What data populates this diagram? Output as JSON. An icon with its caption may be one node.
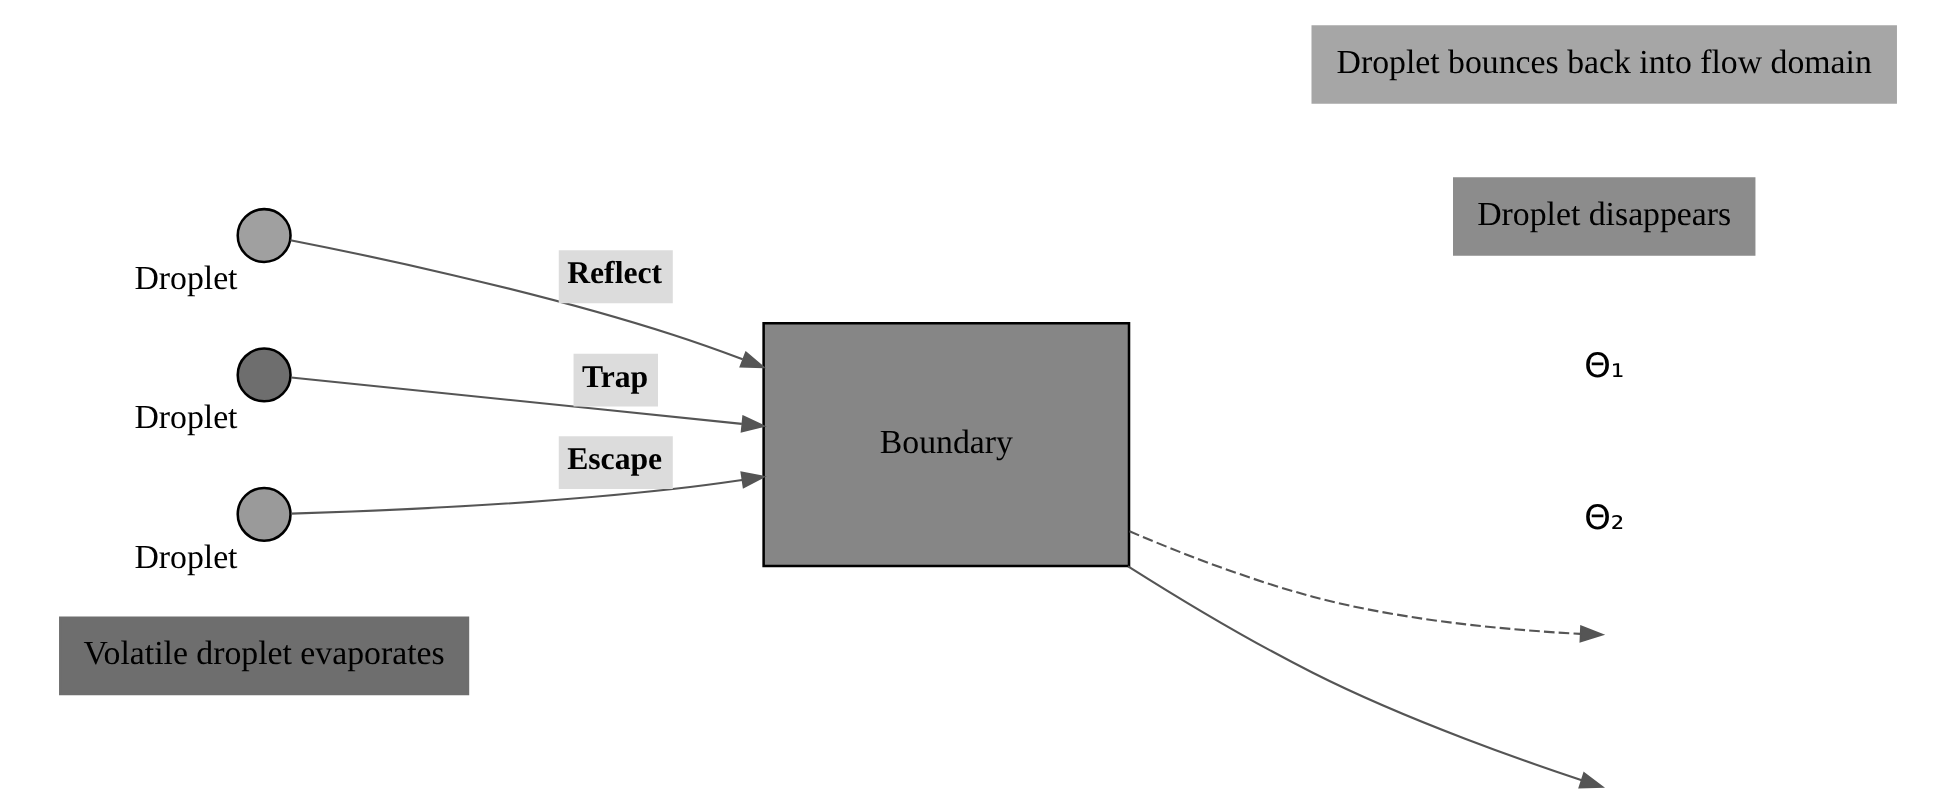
{
  "diagram": {
    "nodes": [
      {
        "text": [
          "Boundary"
        ]
      },
      {
        "text": [
          "Droplet"
        ]
      },
      {
        "text": [
          "Droplet"
        ]
      },
      {
        "text": [
          "Droplet"
        ]
      },
      {
        "text": [
          "Volatile droplet evaporates"
        ]
      },
      {
        "text": [
          "Droplet bounces back into flow domain"
        ]
      },
      {
        "text": [
          "Droplet disappears"
        ]
      }
    ],
    "edges": [
      {
        "from": 1,
        "to": 0,
        "arrow": "to",
        "label": "Reflect"
      },
      {
        "from": 0,
        "to": null,
        "arrow": "to"
      },
      {
        "from": 2,
        "to": 0,
        "arrow": "to",
        "label": "Trap"
      },
      {
        "from": 0,
        "to": null,
        "arrow": "to",
        "style": "dashed"
      },
      {
        "from": 3,
        "to": 0,
        "arrow": "to",
        "label": "Escape"
      }
    ],
    "labels": [
      "Θ₁",
      "Θ₂"
    ]
  }
}
